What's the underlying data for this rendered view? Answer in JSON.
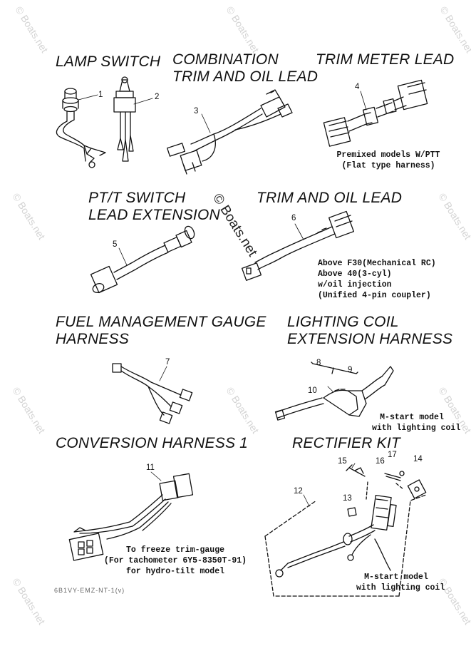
{
  "watermark": "© Boats.net",
  "sections": {
    "lamp_switch": {
      "title": "LAMP SWITCH",
      "parts": [
        "1",
        "2"
      ]
    },
    "combination_trim_oil": {
      "title_lines": [
        "COMBINATION",
        "TRIM AND OIL LEAD"
      ],
      "parts": [
        "3"
      ]
    },
    "trim_meter_lead": {
      "title": "TRIM METER LEAD",
      "parts": [
        "4"
      ],
      "note_lines": [
        "Premixed models W/PTT",
        "(Flat type harness)"
      ]
    },
    "ptt_switch_ext": {
      "title_lines": [
        "PT/T SWITCH",
        "LEAD EXTENSION"
      ],
      "parts": [
        "5"
      ]
    },
    "trim_oil_lead": {
      "title": "TRIM AND OIL LEAD",
      "parts": [
        "6"
      ],
      "note_lines": [
        "Above F30(Mechanical RC)",
        "Above 40(3-cyl)",
        "w/oil injection",
        "(Unified 4-pin coupler)"
      ]
    },
    "fuel_mgmt": {
      "title_lines": [
        "FUEL MANAGEMENT GAUGE",
        "HARNESS"
      ],
      "parts": [
        "7"
      ]
    },
    "lighting_coil": {
      "title_lines": [
        "LIGHTING COIL",
        "EXTENSION HARNESS"
      ],
      "parts": [
        "8",
        "9",
        "10"
      ],
      "note_lines": [
        "M-start model",
        "with lighting coil"
      ]
    },
    "conversion_harness": {
      "title": "CONVERSION HARNESS 1",
      "parts": [
        "11"
      ],
      "note_lines": [
        "To freeze trim-gauge",
        "(For tachometer 6Y5-8350T-91)",
        "for hydro-tilt model"
      ]
    },
    "rectifier_kit": {
      "title": "RECTIFIER KIT",
      "parts": [
        "12",
        "13",
        "14",
        "15",
        "16",
        "17"
      ],
      "note_lines": [
        "M-start model",
        "with lighting coil"
      ]
    }
  },
  "figure_code": "6B1VY-EMZ-NT-1(v)"
}
